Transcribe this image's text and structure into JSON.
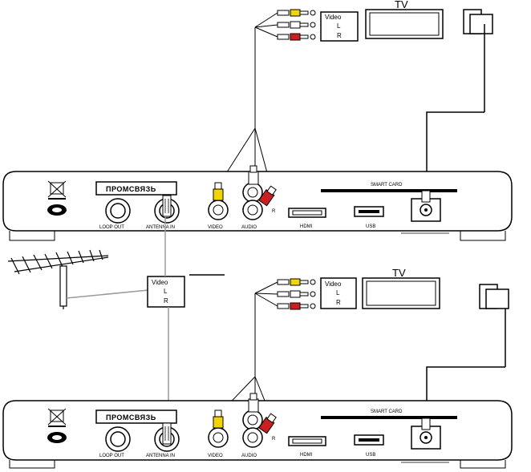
{
  "top_unit": {
    "tv_label": "TV",
    "brand": "ПРОМСВЯЗЬ",
    "smart_card": "SMART CARD",
    "ports": {
      "loop_out": "LOOP OUT",
      "antenna_in": "ANTENNA IN",
      "video": "VIDEO",
      "audio": "AUDIO",
      "hdmi": "HDMI",
      "usb": "USB"
    },
    "audio_r_mark": "R",
    "tv_inputs": {
      "video": "Video",
      "l": "L",
      "r": "R"
    }
  },
  "bottom_unit": {
    "tv_label": "TV",
    "brand": "ПРОМСВЯЗЬ",
    "smart_card": "SMART CARD",
    "ports": {
      "loop_out": "LOOP OUT",
      "antenna_in": "ANTENNA IN",
      "video": "VIDEO",
      "audio": "AUDIO",
      "hdmi": "HDMI",
      "usb": "USB"
    },
    "audio_r_mark": "R",
    "tv_inputs": {
      "video": "Video",
      "l": "L",
      "r": "R"
    }
  },
  "splitter_inputs": {
    "video": "Video",
    "l": "L",
    "r": "R"
  },
  "colors": {
    "video_plug": "#f2d400",
    "audio_left_plug": "#ffffff",
    "audio_right_plug": "#cc1f1f",
    "line": "#000000",
    "antenna_cable": "#9a9a9a"
  }
}
